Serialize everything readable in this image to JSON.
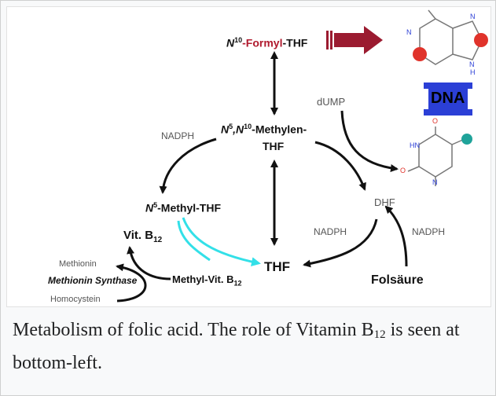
{
  "labels": {
    "formyl_thf": {
      "pre": "N",
      "sup": "10",
      "mid": "-Formyl",
      "post": "-THF"
    },
    "methylen_thf": {
      "pre1": "N",
      "sup1": "5",
      "sep": ",",
      "pre2": "N",
      "sup2": "10",
      "post": "-Methylen-",
      "line2": "THF"
    },
    "methyl_thf": {
      "pre": "N",
      "sup": "5",
      "post": "-Methyl-THF"
    },
    "vit_b12": {
      "pre": "Vit. B",
      "sub": "12"
    },
    "thf": "THF",
    "methyl_vit_b12": {
      "pre": "Methyl-Vit. B",
      "sub": "12"
    },
    "dhf": "DHF",
    "folsaeure": "Folsäure",
    "dump": "dUMP",
    "nadph_left": "NADPH",
    "nadph_mid": "NADPH",
    "nadph_right": "NADPH",
    "methionin": "Methionin",
    "methionin_synthase": "Methionin Synthase",
    "homocystein": "Homocystein",
    "dna": "DNA",
    "purine_atoms": {
      "n1": "N",
      "n2": "N",
      "n3": "N",
      "h": "H"
    },
    "pyrimidine_atoms": {
      "o_top": "O",
      "hn": "HN",
      "o_left": "O",
      "n": "N"
    }
  },
  "caption": {
    "text_before": "Metabolism of folic acid. The role of Vitamin B",
    "sub": "12",
    "text_after": " is seen at bottom-left."
  },
  "colors": {
    "arrow": "#111111",
    "formyl_arrow": "#9b1b30",
    "b12_arrow": "#33e0e8",
    "dna_band": "#2b3fd6",
    "atom_red": "#e0332b",
    "atom_teal": "#1fa39a"
  }
}
